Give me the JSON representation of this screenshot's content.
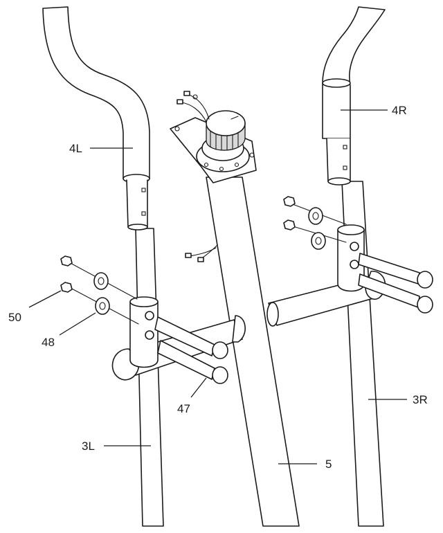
{
  "labels": {
    "part_4L": "4L",
    "part_4R": "4R",
    "part_3L": "3L",
    "part_3R": "3R",
    "part_5": "5",
    "part_47": "47",
    "part_48": "48",
    "part_50": "50"
  },
  "colors": {
    "line": "#1a1a1a",
    "background": "#ffffff"
  }
}
